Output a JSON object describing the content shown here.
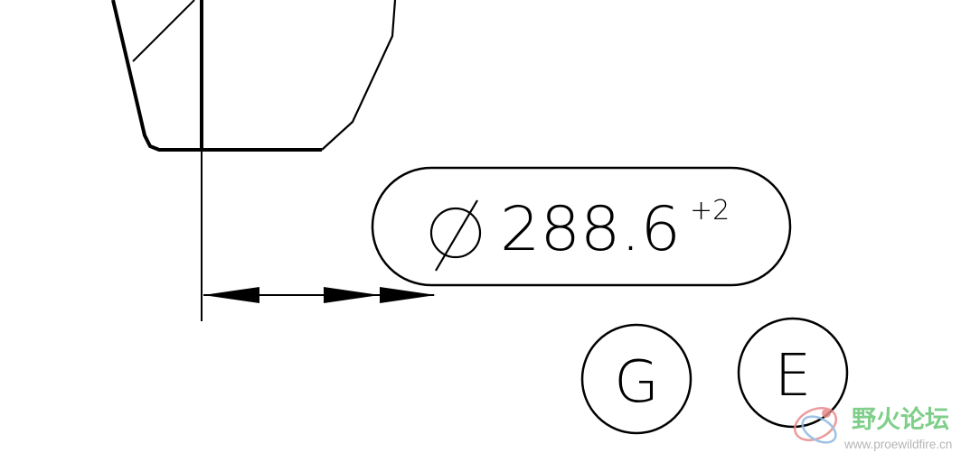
{
  "dimension": {
    "symbol": "Ø",
    "value": "288.6",
    "tolerance": "+2"
  },
  "datum_labels": [
    "G",
    "E"
  ],
  "watermark": {
    "name": "野火论坛",
    "url": "www.proewildfire.cn",
    "colors": {
      "text": "#7fcf8a",
      "url": "#b5b5b5",
      "logo_red": "#e88a8a",
      "logo_blue": "#8fb8e0"
    }
  },
  "colors": {
    "line": "#000000",
    "background": "#ffffff"
  }
}
